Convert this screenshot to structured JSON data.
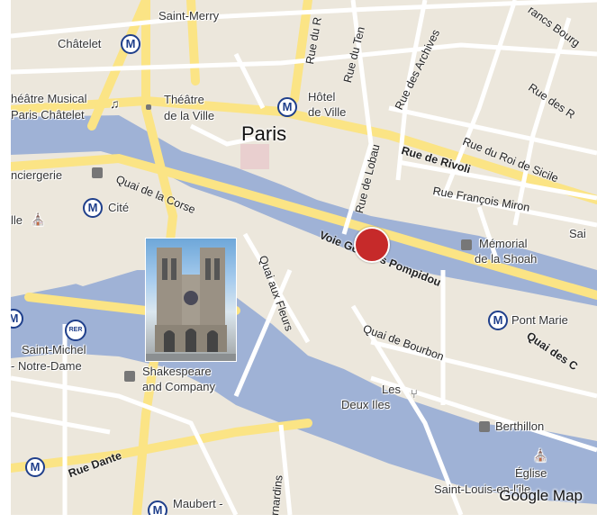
{
  "map": {
    "city_label": "Paris",
    "credit": "Google Map",
    "colors": {
      "land": "#ece7dc",
      "water": "#9fb2d6",
      "major_road": "#fbe485",
      "minor_road": "#ffffff",
      "marker": "#c62a2a",
      "metro_badge": "#1f3f8b"
    },
    "place_labels": {
      "saint_merry": "Saint-Merry",
      "chatelet": "Châtelet",
      "theatre_musical_1": "héâtre Musical",
      "theatre_musical_2": "Paris Châtelet",
      "theatre_ville_1": "Théâtre",
      "theatre_ville_2": "de la Ville",
      "hotel_de_ville_1": "Hôtel",
      "hotel_de_ville_2": "de Ville",
      "conciergerie": "nciergerie",
      "cite": "Cité",
      "ile": "lle",
      "memorial_1": "Mémorial",
      "memorial_2": "de la Shoah",
      "pont_marie": "Pont Marie",
      "saint_michel_1": "Saint-Michel",
      "saint_michel_2": "- Notre-Dame",
      "shakespeare_1": "Shakespeare",
      "shakespeare_2": "and Company",
      "les_deux_iles_1": "Les",
      "les_deux_iles_2": "Deux Iles",
      "berthillon": "Berthillon",
      "eglise_1": "Église",
      "eglise_2": "Saint-Louis-en-l'île",
      "maubert": "Maubert -",
      "sai": "Sai"
    },
    "street_labels": {
      "rue_du_renard": "Rue du R",
      "rue_du_temple": "Rue du Ten",
      "rue_des_archives": "Rue des Archives",
      "francs_bourgeois": "rancs Bourg",
      "rue_des_rosiers": "Rue des R",
      "rue_de_lobau": "Rue de Lobau",
      "rue_de_rivoli": "Rue de Rivoli",
      "rue_du_roi_de_sicile": "Rue du Roi de Sicile",
      "rue_francois_miron": "Rue François Miron",
      "voie_georges_pompidou": "Voie Georges Pompidou",
      "quai_de_la_corse": "Quai de la Corse",
      "quai_aux_fleurs": "Quai aux Fleurs",
      "quai_de_bourbon": "Quai de Bourbon",
      "quai_des": "Quai des C",
      "rue_dante": "Rue Dante",
      "bernardins": "rnardins"
    },
    "metro_letter": "M",
    "rer_label": "RER"
  }
}
